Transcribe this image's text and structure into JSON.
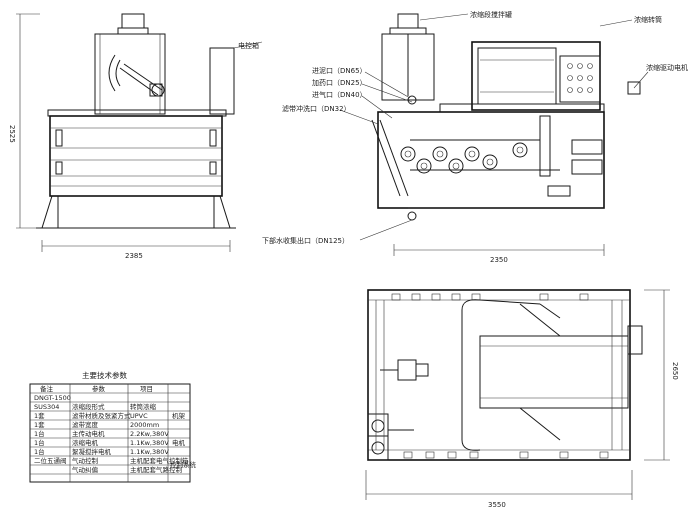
{
  "front_view": {
    "height_dim": "2525",
    "width_dim": "2385",
    "callout_control_box": "电控箱"
  },
  "side_view": {
    "width_dim": "2350",
    "callout_agitator": "浓缩段搅拌罐",
    "callout_drum": "浓缩转筒",
    "callout_motor": "浓缩驱动电机",
    "callouts_left": [
      "进泥口（DN65）",
      "加药口（DN25）",
      "进气口（DN40）",
      "滤带冲洗口（DN32）"
    ],
    "callout_drain": "下部水收集出口（DN125）"
  },
  "top_view": {
    "height_dim": "2650",
    "width_dim": "3550"
  },
  "spec_table": {
    "title": "主要技术参数",
    "header": [
      "项目",
      "参数",
      "备注"
    ],
    "rows": [
      [
        "DNGT-1500",
        "",
        ""
      ],
      [
        "浓缩段形式",
        "转筒浓缩",
        "SUS304"
      ],
      [
        "滤带材质及张紧方式",
        "UPVC",
        "1套"
      ],
      [
        "滤带宽度",
        "2000mm",
        "1套"
      ],
      [
        "主传动电机",
        "2.2Kw,380V",
        "1台"
      ],
      [
        "浓缩电机",
        "1.1Kw,380V",
        "1台"
      ],
      [
        "絮凝搅拌电机",
        "1.1Kw,380V",
        "1台"
      ],
      [
        "气动控制",
        "主机配套电气控制箱",
        "二位五通阀"
      ],
      [
        "气动纠偏",
        "主机配套气路控制",
        ""
      ]
    ],
    "group_labels": [
      "机架",
      "电机",
      "控制系统"
    ]
  }
}
